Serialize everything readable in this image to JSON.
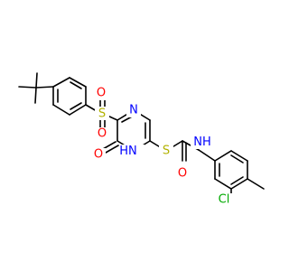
{
  "molecule": {
    "atoms": {
      "o_sulfonyl_top": "O",
      "sulfur_sulfonyl": "S",
      "o_sulfonyl_bottom": "O",
      "pyrimidine_n3": "N",
      "o_carbonyl_ring": "O",
      "pyrimidine_nh": "H",
      "thioether_s": "S",
      "amide_nh": "H",
      "amide_o": "O",
      "chlorine": "Cl"
    },
    "nh_letter": "N",
    "colors": {
      "bond": "#000000",
      "oxygen": "#ff0000",
      "nitrogen": "#0000ff",
      "sulfur": "#b2b200",
      "chlorine": "#00aa00"
    }
  }
}
